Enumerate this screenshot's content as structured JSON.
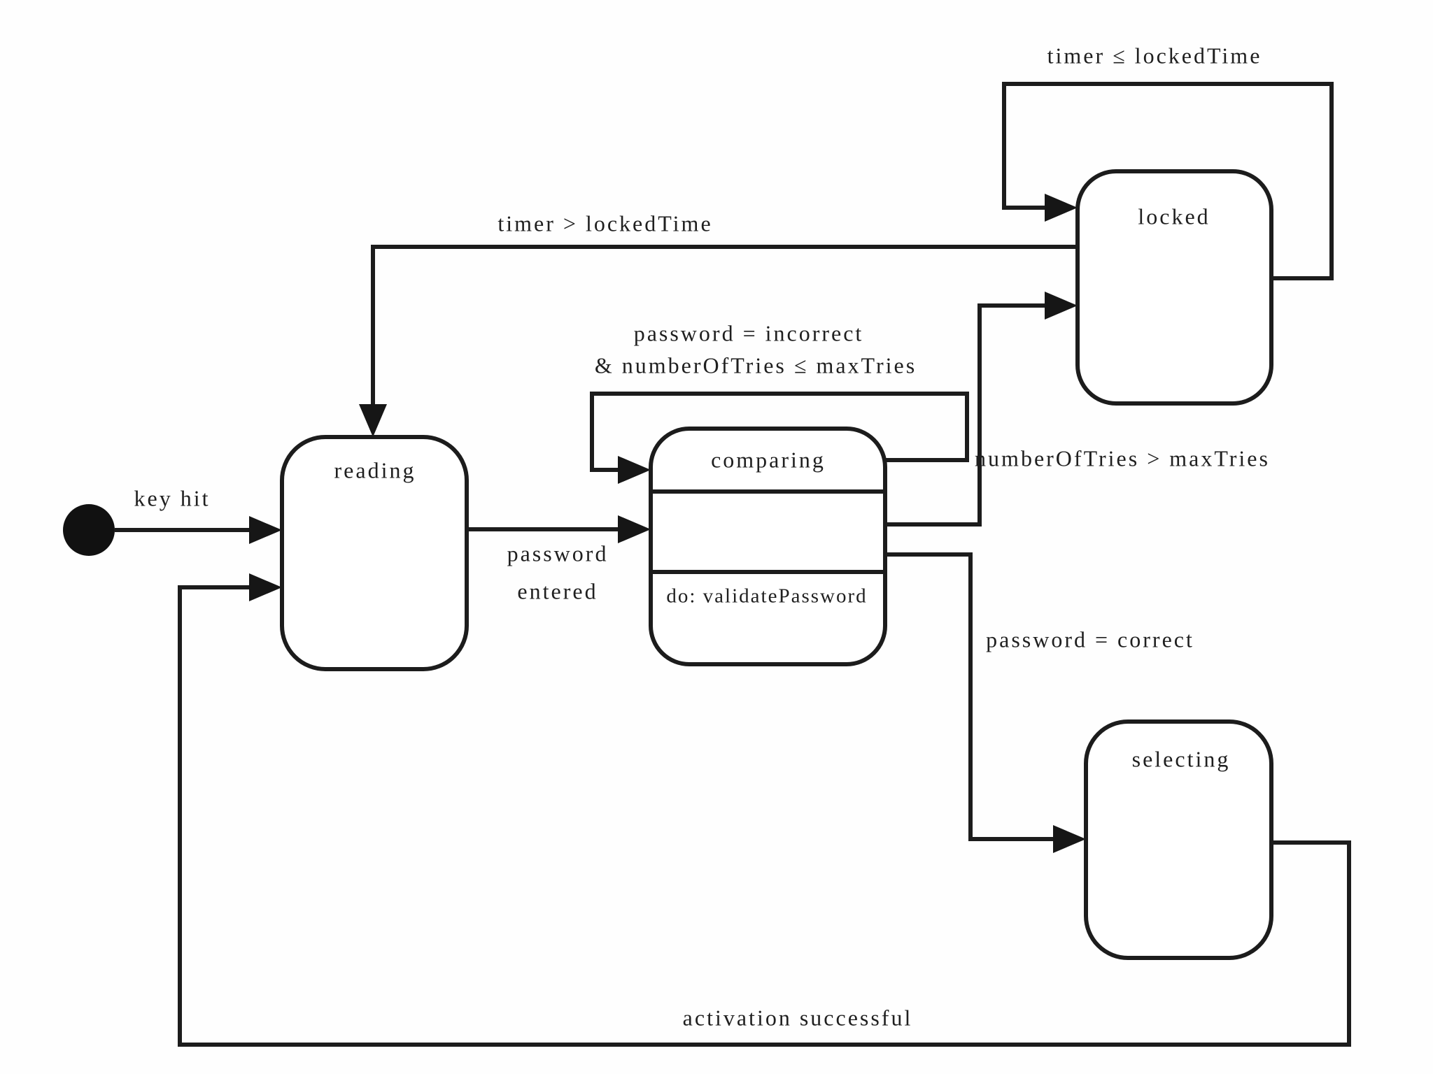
{
  "diagram": {
    "type": "uml-state-diagram",
    "background_color": "#fefefe",
    "line_color": "#1c1c1c",
    "initial_state_icon": "filled-circle",
    "states": {
      "reading": {
        "label": "reading"
      },
      "comparing": {
        "label": "comparing",
        "do_activity": "do: validatePassword"
      },
      "locked": {
        "label": "locked"
      },
      "selecting": {
        "label": "selecting"
      }
    },
    "transitions": {
      "key_hit": {
        "from": "initial",
        "to": "reading",
        "label": "key hit"
      },
      "password_entered": {
        "from": "reading",
        "to": "comparing",
        "label": "password entered",
        "lines": [
          "password",
          "entered"
        ]
      },
      "retry_loop": {
        "from": "comparing",
        "to": "comparing",
        "label": "password = incorrect & numberOfTries ≤ maxTries",
        "lines": [
          "password = incorrect",
          "& numberOfTries ≤ maxTries"
        ]
      },
      "max_tries_exceeded": {
        "from": "comparing",
        "to": "locked",
        "label": "numberOfTries > maxTries"
      },
      "password_correct": {
        "from": "comparing",
        "to": "selecting",
        "label": "password = correct"
      },
      "timer_expired": {
        "from": "locked",
        "to": "reading",
        "label": "timer > lockedTime"
      },
      "locked_loop": {
        "from": "locked",
        "to": "locked",
        "label": "timer ≤ lockedTime"
      },
      "activation_successful": {
        "from": "selecting",
        "to": "reading",
        "label": "activation successful"
      }
    }
  }
}
